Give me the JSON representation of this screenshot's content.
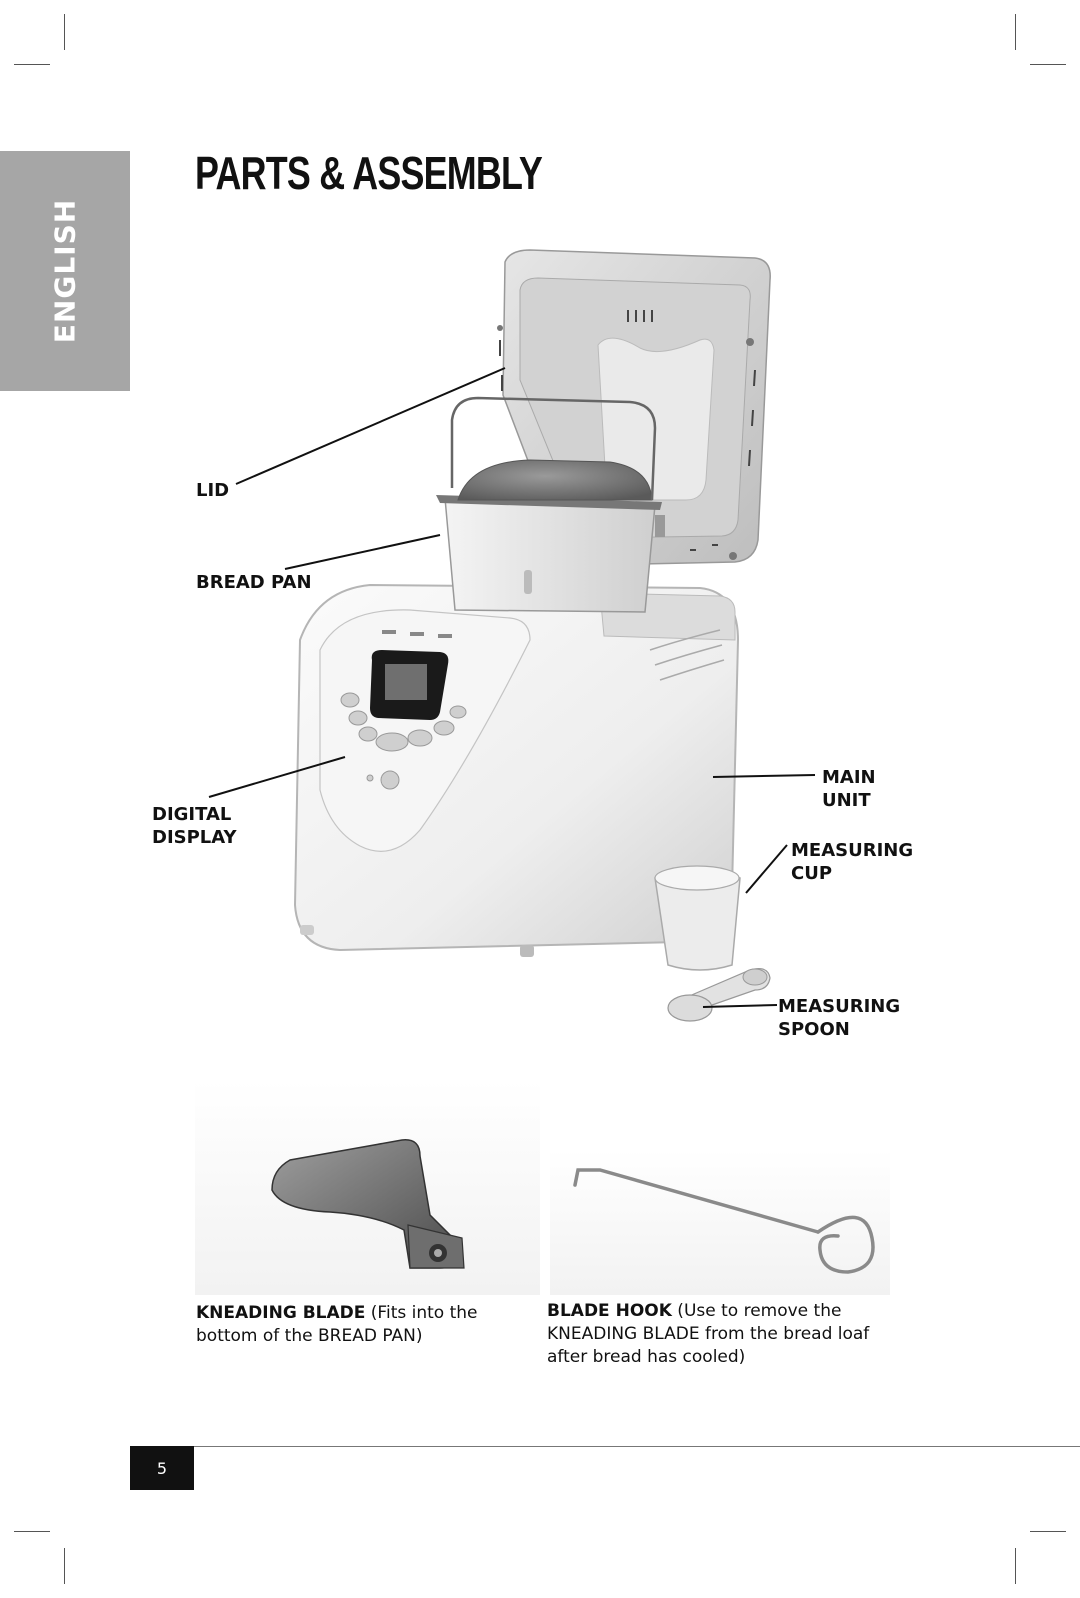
{
  "language_tab": "ENGLISH",
  "title": "PARTS & ASSEMBLY",
  "labels": {
    "lid": "LID",
    "bread_pan": "BREAD PAN",
    "digital_display_1": "DIGITAL",
    "digital_display_2": "DISPLAY",
    "main_unit_1": "MAIN",
    "main_unit_2": "UNIT",
    "measuring_cup_1": "MEASURING",
    "measuring_cup_2": "CUP",
    "measuring_spoon_1": "MEASURING",
    "measuring_spoon_2": "SPOON"
  },
  "captions": {
    "kneading_blade": {
      "bold": "KNEADING BLADE",
      "rest": " (Fits into the bottom of the BREAD PAN)"
    },
    "blade_hook": {
      "bold": "BLADE HOOK",
      "rest": " (Use to remove the KNEADING BLADE from the bread loaf after bread has cooled)"
    }
  },
  "page_number": "5",
  "colors": {
    "language_tab_bg": "#a6a6a6",
    "page_number_bg": "#111111"
  }
}
